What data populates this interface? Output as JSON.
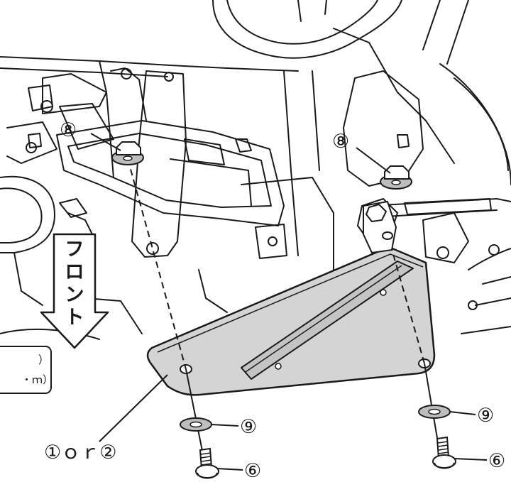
{
  "colors": {
    "line": "#1a1a1a",
    "plate_fill": "#d4d4d4",
    "plate_edge": "#1a1a1a",
    "washer_fill": "#bdbdbd",
    "background": "#ffffff"
  },
  "labels": {
    "nut_left": "⑧",
    "nut_right": "⑧",
    "washer_left": "⑨",
    "washer_right": "⑨",
    "bolt_left": "⑥",
    "bolt_right": "⑥",
    "part": "①ｏｒ②"
  },
  "front_arrow": {
    "text": [
      "フ",
      "ロ",
      "ン",
      "ト"
    ]
  },
  "torque_box": {
    "line1": "）",
    "line2": "・ｍ）"
  }
}
